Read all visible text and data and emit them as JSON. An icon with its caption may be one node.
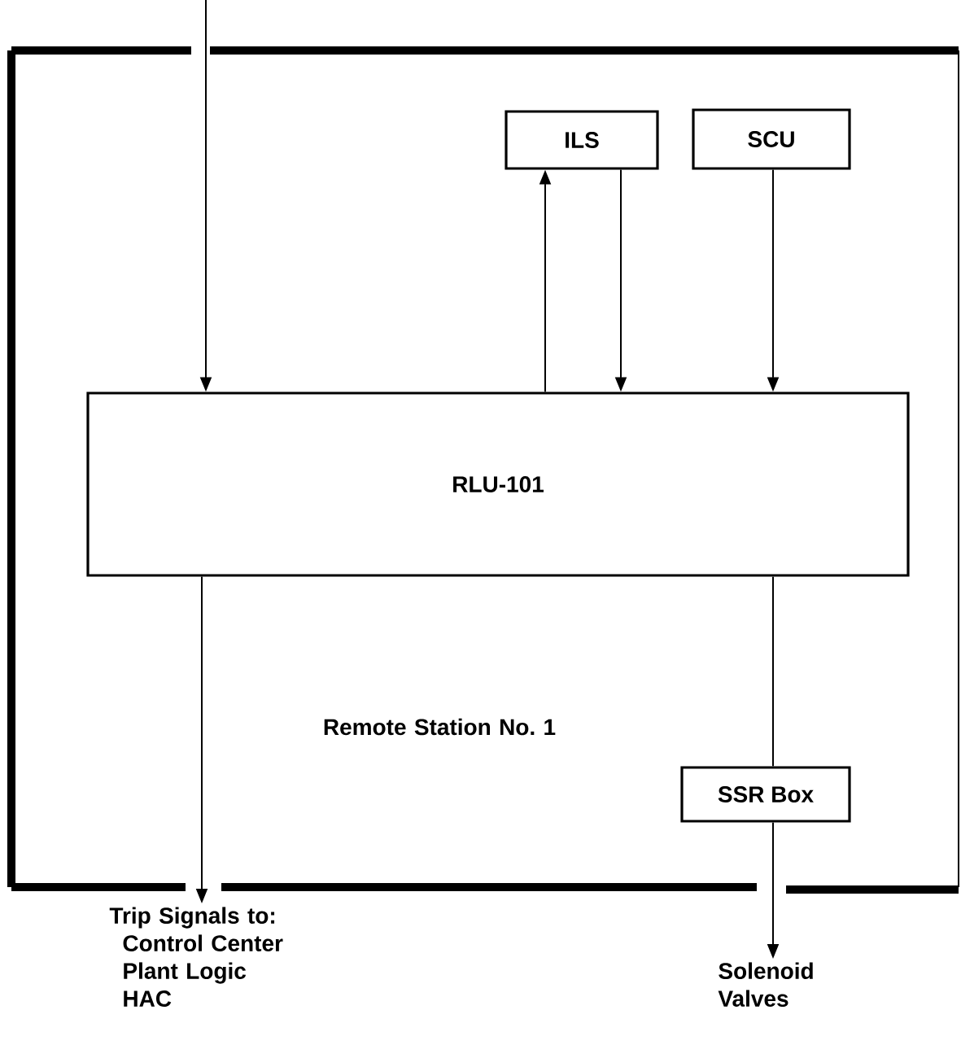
{
  "diagram": {
    "nodes": [
      {
        "text": [
          "Remote Station No. 1"
        ]
      },
      {
        "text": [
          "ILS"
        ],
        "in": 0
      },
      {
        "text": [
          "SCU"
        ],
        "in": 0
      },
      {
        "text": [
          "RLU-101"
        ],
        "in": 0
      },
      {
        "text": [
          "SSR Box"
        ],
        "in": 0
      },
      {
        "text": [
          "Trip Signals to:",
          "Control Center",
          "Plant Logic",
          "HAC"
        ]
      },
      {
        "text": [
          "Solenoid Valves"
        ]
      }
    ],
    "edges": [
      {
        "from": null,
        "to": 3,
        "arrow": "to"
      },
      {
        "from": 3,
        "to": 1,
        "arrow": "to"
      },
      {
        "from": 1,
        "to": 3,
        "arrow": "to"
      },
      {
        "from": 2,
        "to": 3,
        "arrow": "to"
      },
      {
        "from": 3,
        "to": 5,
        "arrow": "to"
      },
      {
        "from": 3,
        "to": 4,
        "arrow": "none"
      },
      {
        "from": 4,
        "to": 6,
        "arrow": "to"
      }
    ]
  }
}
